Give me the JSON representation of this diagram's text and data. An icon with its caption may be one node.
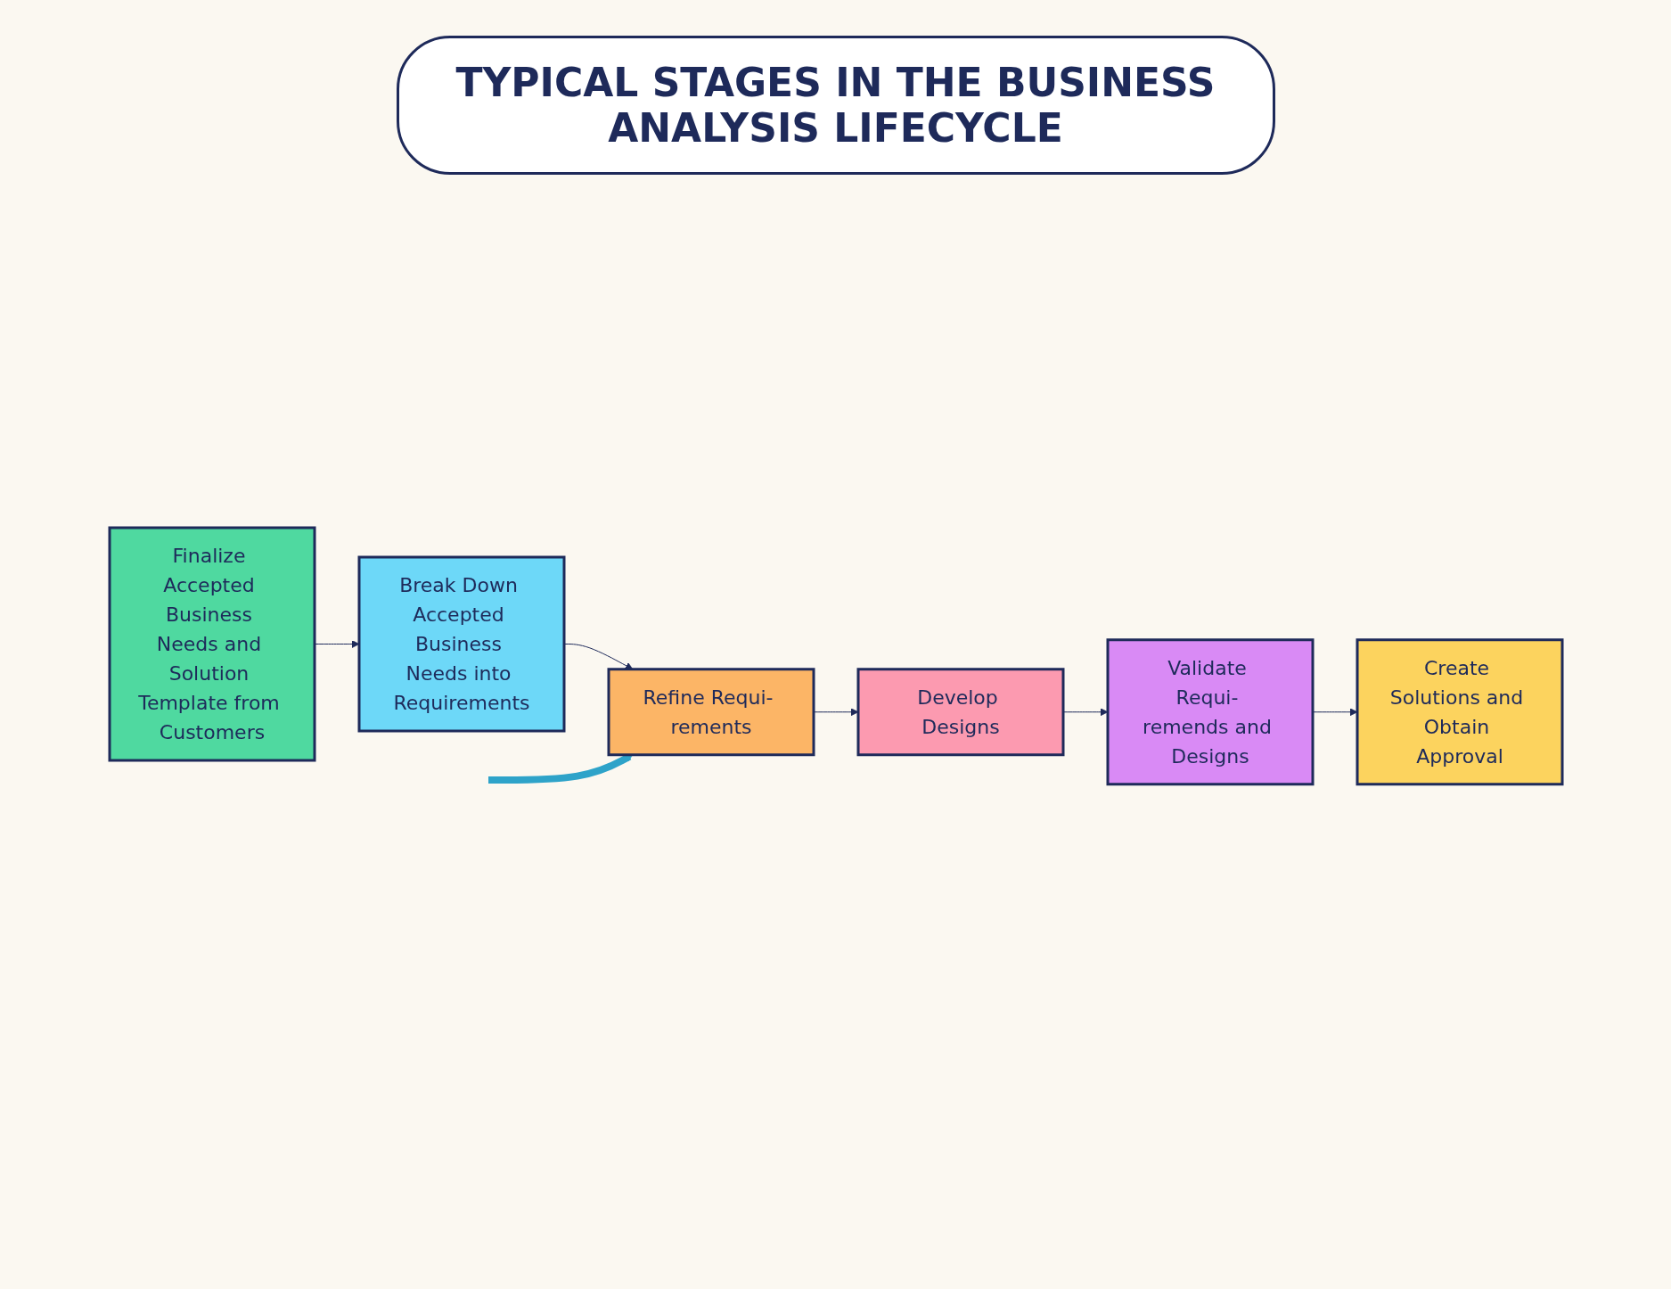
{
  "diagram": {
    "title": "TYPICAL STAGES IN THE BUSINESS ANALYSIS LIFECYCLE",
    "nodes": [
      {
        "text": [
          "Finalize Accepted Business Needs and Solution Template from Customers"
        ]
      },
      {
        "text": [
          "Break Down Accepted Business Needs into Requirements"
        ]
      },
      {
        "text": [
          "Refine Requi- rements"
        ]
      },
      {
        "text": [
          "Develop Designs"
        ]
      },
      {
        "text": [
          "Validate Requi- remends and Designs"
        ]
      },
      {
        "text": [
          "Create Solutions and Obtain Approval"
        ]
      }
    ],
    "edges": [
      {
        "from": 0,
        "to": 1,
        "arrow": "to"
      },
      {
        "from": 1,
        "to": 2,
        "arrow": "to"
      },
      {
        "from": 2,
        "to": 3,
        "arrow": "to"
      },
      {
        "from": 3,
        "to": 4,
        "arrow": "to"
      },
      {
        "from": 4,
        "to": 5,
        "arrow": "to"
      },
      {
        "from": null,
        "to": 2,
        "arrow": "to",
        "style": "thick",
        "color": "#2ea3c9"
      }
    ]
  }
}
